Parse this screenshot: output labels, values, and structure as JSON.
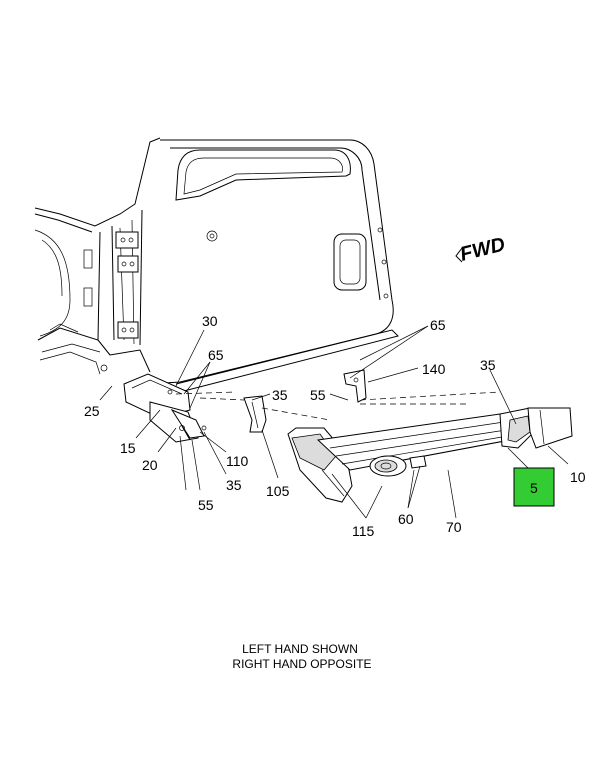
{
  "diagram": {
    "orientation_label": "FWD",
    "notes": [
      "LEFT HAND SHOWN",
      "RIGHT HAND OPPOSITE"
    ],
    "highlight_color": "#33cc33",
    "callouts": {
      "c30": "30",
      "c65_left": "65",
      "c25": "25",
      "c15": "15",
      "c20": "20",
      "c110": "110",
      "c35_left": "35",
      "c55_left": "55",
      "c35_mid": "35",
      "c105": "105",
      "c65_right": "65",
      "c55_right": "55",
      "c140": "140",
      "c35_right": "35",
      "c10": "10",
      "c5": "5",
      "c115": "115",
      "c60": "60",
      "c70": "70"
    }
  }
}
